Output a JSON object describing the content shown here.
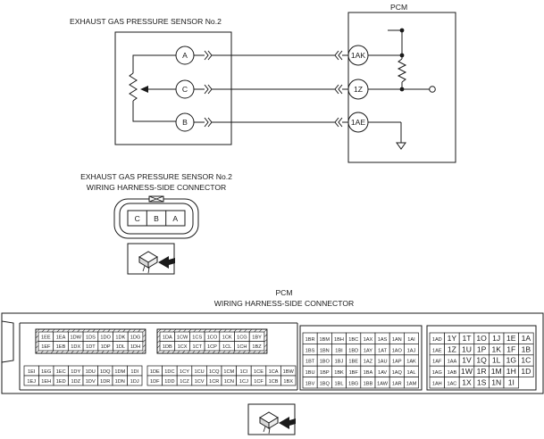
{
  "schematic": {
    "sensor_title": "EXHAUST GAS PRESSURE SENSOR No.2",
    "pcm_title": "PCM",
    "sensor_terminals": [
      "A",
      "C",
      "B"
    ],
    "pcm_terminals": [
      "1AK",
      "1Z",
      "1AE"
    ]
  },
  "sensor_connector": {
    "title_line1": "EXHAUST GAS PRESSURE SENSOR No.2",
    "title_line2": "WIRING HARNESS-SIDE CONNECTOR",
    "pins": [
      "C",
      "B",
      "A"
    ]
  },
  "pcm_connector": {
    "title_line1": "PCM",
    "title_line2": "WIRING HARNESS-SIDE CONNECTOR",
    "block1_top": [
      [
        "1EE",
        "1EA",
        "1DW",
        "1DS",
        "1DO",
        "1DK",
        "1DG"
      ],
      [
        "1EF",
        "1EB",
        "1DX",
        "1DT",
        "1DP",
        "1DL",
        "1DH"
      ]
    ],
    "block1_bottom": [
      [
        "1EI",
        "1EG",
        "1EC",
        "1DY",
        "1DU",
        "1DQ",
        "1DM",
        "1DI"
      ],
      [
        "1EJ",
        "1EH",
        "1ED",
        "1DZ",
        "1DV",
        "1DR",
        "1DN",
        "1DJ"
      ]
    ],
    "block2_top": [
      [
        "1DA",
        "1CW",
        "1CS",
        "1CO",
        "1CK",
        "1CG",
        "1BY"
      ],
      [
        "1DB",
        "1CX",
        "1CT",
        "1CP",
        "1CL",
        "1CH",
        "1BZ"
      ]
    ],
    "block2_bottom": [
      [
        "1DE",
        "1DC",
        "1CY",
        "1CU",
        "1CQ",
        "1CM",
        "1CI",
        "1CE",
        "1CA",
        "1BW"
      ],
      [
        "1DF",
        "1DD",
        "1CZ",
        "1CV",
        "1CR",
        "1CN",
        "1CJ",
        "1CF",
        "1CB",
        "1BX"
      ]
    ],
    "block3": [
      [
        "1BR",
        "1BM",
        "1BH",
        "1BC",
        "1AX",
        "1AS",
        "1AN",
        "1AI"
      ],
      [
        "1BS",
        "1BN",
        "1BI",
        "1BD",
        "1AY",
        "1AT",
        "1AO",
        "1AJ"
      ],
      [
        "1BT",
        "1BO",
        "1BJ",
        "1BE",
        "1AZ",
        "1AU",
        "1AP",
        "1AK"
      ],
      [
        "1BU",
        "1BP",
        "1BK",
        "1BF",
        "1BA",
        "1AV",
        "1AQ",
        "1AL"
      ],
      [
        "1BV",
        "1BQ",
        "1BL",
        "1BG",
        "1BB",
        "1AW",
        "1AR",
        "1AM"
      ]
    ],
    "block4": [
      [
        "1AD",
        "1Y",
        "1T",
        "1O",
        "1J",
        "1E",
        "1A"
      ],
      [
        "1AE",
        "1Z",
        "1U",
        "1P",
        "1K",
        "1F",
        "1B"
      ],
      [
        "1AF",
        "1AA",
        "1V",
        "1Q",
        "1L",
        "1G",
        "1C"
      ],
      [
        "1AG",
        "1AB",
        "1W",
        "1R",
        "1M",
        "1H",
        "1D"
      ],
      [
        "1AH",
        "1AC",
        "1X",
        "1S",
        "1N",
        "1I",
        ""
      ]
    ]
  }
}
